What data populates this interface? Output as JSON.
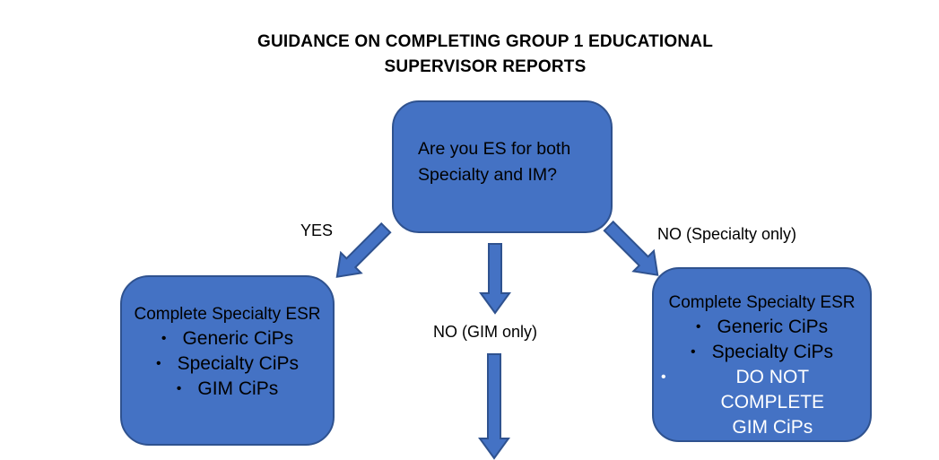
{
  "title": {
    "text": "GUIDANCE ON COMPLETING GROUP 1 EDUCATIONAL\nSUPERVISOR REPORTS"
  },
  "decision": {
    "question": "Are you ES for both\nSpecialty and IM?"
  },
  "branches": {
    "yes": {
      "label": "YES"
    },
    "no_gim": {
      "label": "NO (GIM only)"
    },
    "no_specialty": {
      "label": "NO (Specialty only)"
    }
  },
  "outcomes": {
    "left": {
      "heading": "Complete Specialty ESR",
      "bullets": [
        {
          "text": "Generic CiPs",
          "emphasis": false
        },
        {
          "text": "Specialty CiPs",
          "emphasis": false
        },
        {
          "text": "GIM CiPs",
          "emphasis": false
        }
      ]
    },
    "right": {
      "heading": "Complete Specialty ESR",
      "bullets": [
        {
          "text": "Generic CiPs",
          "emphasis": false
        },
        {
          "text": "Specialty CiPs",
          "emphasis": false
        },
        {
          "text": "DO NOT COMPLETE\nGIM CiPs",
          "emphasis": true
        }
      ]
    }
  },
  "bullet_char": "•",
  "colors": {
    "shape_fill": "#4472C4",
    "shape_border": "#2F528F",
    "text_color": "#000000",
    "emphasis_text_color": "#FFFFFF",
    "title_color": "#000000"
  }
}
